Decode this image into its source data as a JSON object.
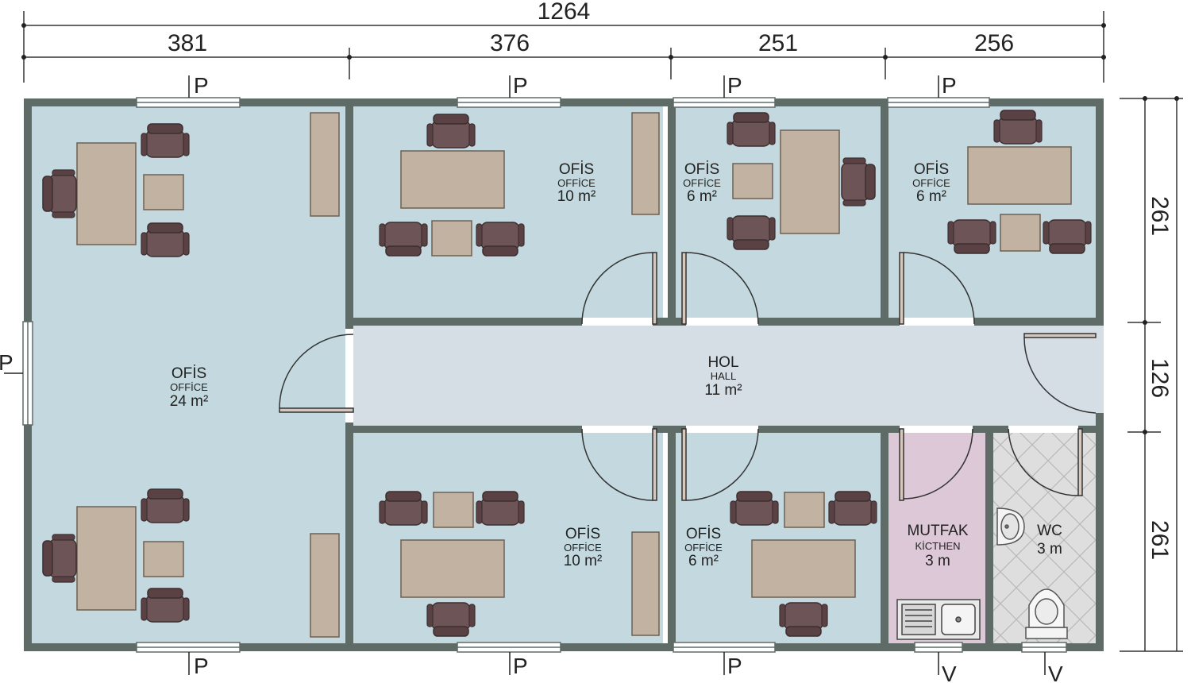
{
  "dimensions": {
    "total": "1264",
    "top": [
      "381",
      "376",
      "251",
      "256"
    ],
    "right": [
      "261",
      "126",
      "261"
    ]
  },
  "opening_labels": {
    "window": "P",
    "vent": "V"
  },
  "rooms": {
    "office_large": {
      "name": "OFİS",
      "name_en": "OFFİCE",
      "area": "24 m²"
    },
    "office_top_1": {
      "name": "OFİS",
      "name_en": "OFFİCE",
      "area": "10 m²"
    },
    "office_top_2": {
      "name": "OFİS",
      "name_en": "OFFİCE",
      "area": "6 m²"
    },
    "office_top_3": {
      "name": "OFİS",
      "name_en": "OFFİCE",
      "area": "6 m²"
    },
    "hall": {
      "name": "HOL",
      "name_en": "HALL",
      "area": "11 m²"
    },
    "office_bottom_1": {
      "name": "OFİS",
      "name_en": "OFFİCE",
      "area": "10 m²"
    },
    "office_bottom_2": {
      "name": "OFİS",
      "name_en": "OFFİCE",
      "area": "6 m²"
    },
    "kitchen": {
      "name": "MUTFAK",
      "name_en": "KİCTHEN",
      "area": "3 m"
    },
    "wc": {
      "name": "WC",
      "area": "3 m"
    }
  },
  "colors": {
    "wall": "#5f6b66",
    "room_floor": "#c3d9df",
    "hall_floor": "#d5dde5",
    "kitchen_floor": "#dcc8d6",
    "wc_floor": "#dedede",
    "furniture": "#c2b2a2",
    "chair": "#6d5456"
  }
}
